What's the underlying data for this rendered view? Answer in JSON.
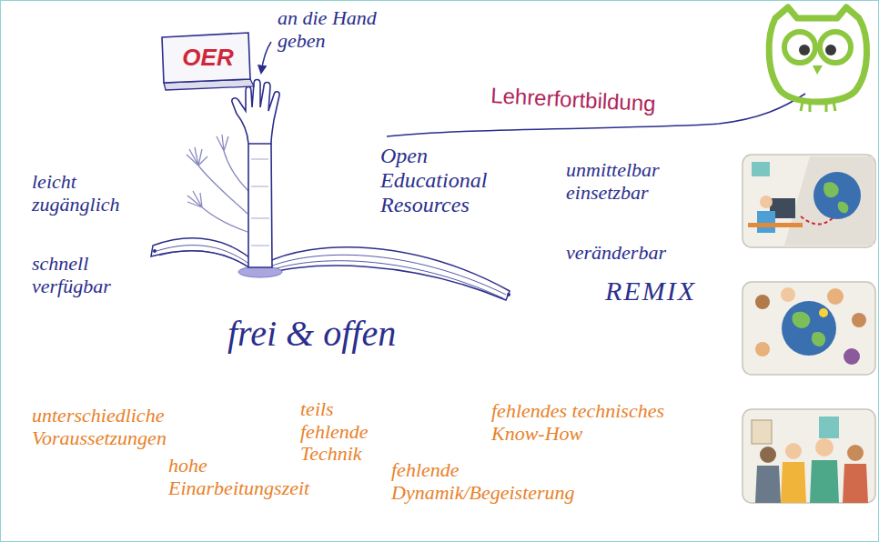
{
  "diagram": {
    "nodes": [
      {
        "text": [
          "OER"
        ]
      }
    ],
    "labels": [
      "an die Hand geben",
      "Lehrerfortbildung",
      "Open Educational Resources",
      "leicht zugänglich",
      "schnell verfügbar",
      "unmittelbar einsetzbar",
      "veränderbar",
      "REMIX",
      "frei & offen",
      "unterschiedliche Voraussetzungen",
      "teils fehlende Technik",
      "fehlendes technisches Know-How",
      "hohe Einarbeitungszeit",
      "fehlende Dynamik/Begeisterung"
    ]
  }
}
